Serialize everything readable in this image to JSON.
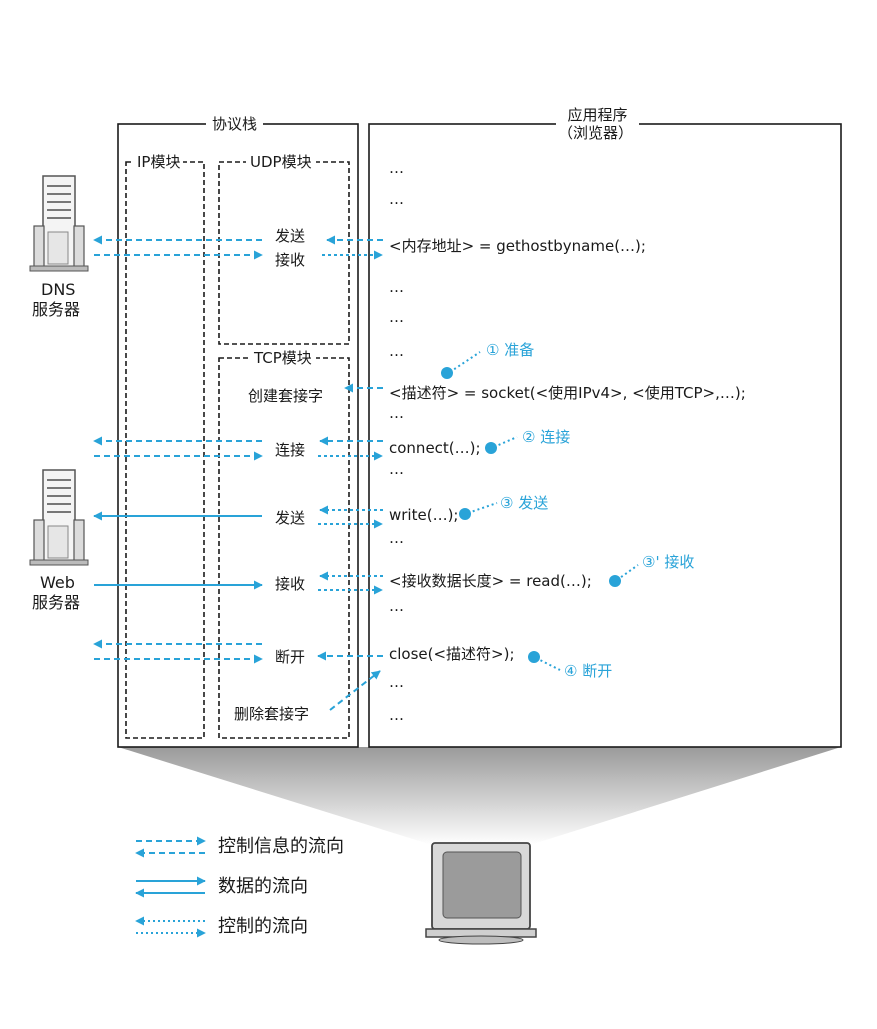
{
  "protocol_stack": {
    "title": "协议栈",
    "ip_module": "IP模块",
    "udp_module": "UDP模块",
    "tcp_module": "TCP模块",
    "udp_send": "发送",
    "udp_receive": "接收",
    "tcp_create_socket": "创建套接字",
    "tcp_connect": "连接",
    "tcp_send": "发送",
    "tcp_receive": "接收",
    "tcp_disconnect": "断开",
    "tcp_delete_socket": "删除套接字"
  },
  "application": {
    "title_line1": "应用程序",
    "title_line2": "（浏览器）",
    "lines": {
      "dots_1": "…",
      "dots_2": "…",
      "gethostbyname": "<内存地址> = gethostbyname(…);",
      "dots_3": "…",
      "dots_4": "…",
      "dots_5": "…",
      "socket": "<描述符> = socket(<使用IPv4>, <使用TCP>,…);",
      "dots_6": "…",
      "connect": "connect(…);",
      "dots_7": "…",
      "write": "write(…);",
      "dots_8": "…",
      "read": "<接收数据长度> = read(…);",
      "dots_9": "…",
      "close": "close(<描述符>);",
      "dots_10": "…",
      "dots_11": "…"
    }
  },
  "annotations": {
    "prepare": "① 准备",
    "connect": "② 连接",
    "send": "③ 发送",
    "receive": "③' 接收",
    "disconnect": "④ 断开"
  },
  "servers": {
    "dns_line1": "DNS",
    "dns_line2": "服务器",
    "web_line1": "Web",
    "web_line2": "服务器"
  },
  "legend": {
    "control_info": "控制信息的流向",
    "data": "数据的流向",
    "control": "控制的流向"
  },
  "colors": {
    "arrow": "#29a3d8",
    "box": "#1a1a1a"
  }
}
